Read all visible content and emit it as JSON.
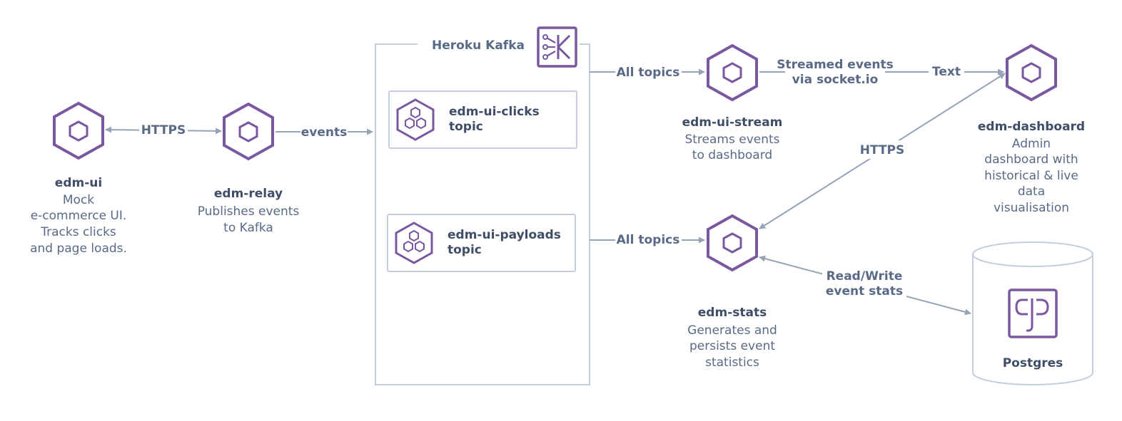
{
  "colors": {
    "accent": "#79589f",
    "line": "#95a3b8",
    "text": "#596a86",
    "box": "#c5cde0"
  },
  "icons": {
    "service": "hexagon-icon",
    "topic": "cluster-hexagon-icon",
    "kafka": "kafka-icon",
    "postgres": "elephant-icon"
  },
  "kafka": {
    "title": "Heroku Kafka"
  },
  "topics": [
    {
      "line1": "edm-ui-clicks",
      "line2": "topic"
    },
    {
      "line1": "edm-ui-payloads",
      "line2": "topic"
    }
  ],
  "services": {
    "ui": {
      "name": "edm-ui",
      "desc": [
        "Mock",
        "e-commerce UI.",
        "Tracks clicks",
        "and page loads."
      ]
    },
    "relay": {
      "name": "edm-relay",
      "desc": [
        "Publishes events",
        "to Kafka"
      ]
    },
    "stream": {
      "name": "edm-ui-stream",
      "desc": [
        "Streams events",
        "to dashboard"
      ]
    },
    "dashboard": {
      "name": "edm-dashboard",
      "desc": [
        "Admin",
        "dashboard with",
        "historical & live",
        "data",
        "visualisation"
      ]
    },
    "stats": {
      "name": "edm-stats",
      "desc": [
        "Generates  and",
        "persists event",
        "statistics"
      ]
    }
  },
  "postgres": {
    "label": "Postgres"
  },
  "edges": {
    "ui_relay": "HTTPS",
    "relay_kafka": "events",
    "kafka_stream": "All topics",
    "kafka_stats": "All topics",
    "stream_dashboard": [
      "Streamed events",
      "via socket.io"
    ],
    "stream_dashboard_text": "Text",
    "stats_dashboard": "HTTPS",
    "stats_postgres": [
      "Read/Write",
      "event stats"
    ]
  }
}
